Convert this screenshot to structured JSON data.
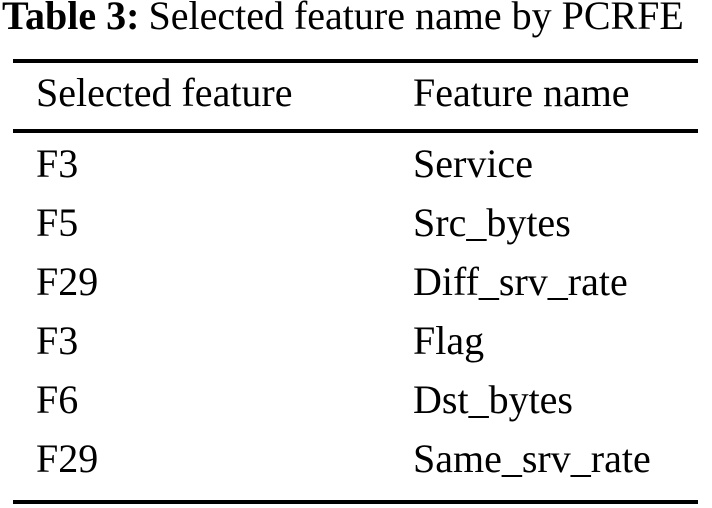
{
  "title": {
    "label": "Table 3:",
    "caption": "Selected feature name by PCRFE"
  },
  "table": {
    "columns": [
      "Selected feature",
      "Feature name"
    ],
    "rows": [
      {
        "feature": "F3",
        "name": "Service"
      },
      {
        "feature": "F5",
        "name": "Src_bytes"
      },
      {
        "feature": "F29",
        "name": "Diff_srv_rate"
      },
      {
        "feature": "F3",
        "name": "Flag"
      },
      {
        "feature": "F6",
        "name": "Dst_bytes"
      },
      {
        "feature": "F29",
        "name": "Same_srv_rate"
      }
    ]
  },
  "colors": {
    "text": "#000000",
    "background": "#ffffff",
    "rule": "#000000"
  }
}
